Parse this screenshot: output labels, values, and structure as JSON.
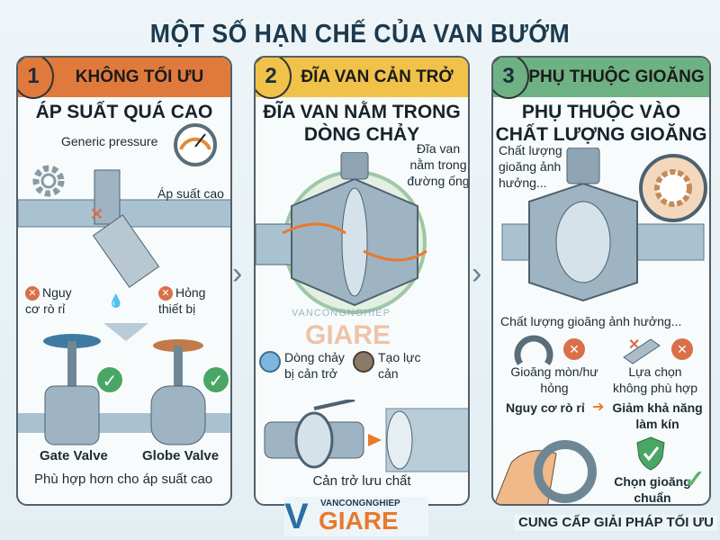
{
  "title": "MỘT SỐ HẠN CHẾ CỦA VAN BƯỚM",
  "colors": {
    "panel1": "#e07a3c",
    "panel2": "#f1c24a",
    "panel3": "#6eb283",
    "check": "#4aa665",
    "cross": "#d9704a",
    "logo_blue": "#2b6fa6",
    "logo_orange": "#e8792e"
  },
  "panels": [
    {
      "number": "1",
      "header": "KHÔNG TỐI ƯU",
      "subtitle": "ÁP SUẤT QUÁ CAO",
      "gauge_label": "Generic pressure",
      "high_pressure": "Áp suất cao",
      "risk_leak": "Nguy cơ rò rỉ",
      "damage": "Hỏng thiết bị",
      "valve1": "Gate Valve",
      "valve2": "Globe Valve",
      "footer": "Phù hợp hơn cho áp suất cao"
    },
    {
      "number": "2",
      "header": "ĐĨA VAN CẢN TRỞ",
      "subtitle_line1": "ĐĨA VAN NẰM TRONG",
      "subtitle_line2": "DÒNG CHẢY",
      "disc_note": "Đĩa van nằm trong đường ống",
      "flow_blocked": "Dòng chảy bị cản trở",
      "resistance": "Tạo lực cản",
      "footer": "Cản trở lưu chất",
      "watermark_top": "VANCONGNGHIEP",
      "watermark_bottom": "GIARE"
    },
    {
      "number": "3",
      "header": "PHỤ THUỘC GIOĂNG",
      "subtitle_line1": "PHỤ THUỘC VÀO",
      "subtitle_line2": "CHẤT LƯỢNG GIOĂNG",
      "gasket_note": "Chất lượng gioăng ảnh hưởng...",
      "impact": "Chất lượng gioăng ảnh hưởng...",
      "worn": "Gioăng mòn/hư hỏng",
      "wrong_choice": "Lựa chọn không phù hợp",
      "risk_leak": "Nguy cơ rò rỉ",
      "less_seal": "Giảm khả năng làm kín",
      "choose": "Chọn gioăng chuẩn",
      "footer": "CUNG CẤP GIẢI PHÁP TỐI ƯU"
    }
  ],
  "logo": {
    "top": "VANCONGNGHIEP",
    "bottom": "GIARE"
  },
  "icons": [
    "gear-icon",
    "pressure-gauge-icon",
    "cross-icon",
    "check-icon",
    "arrow-right-icon",
    "shield-check-icon",
    "water-drop-icon"
  ]
}
